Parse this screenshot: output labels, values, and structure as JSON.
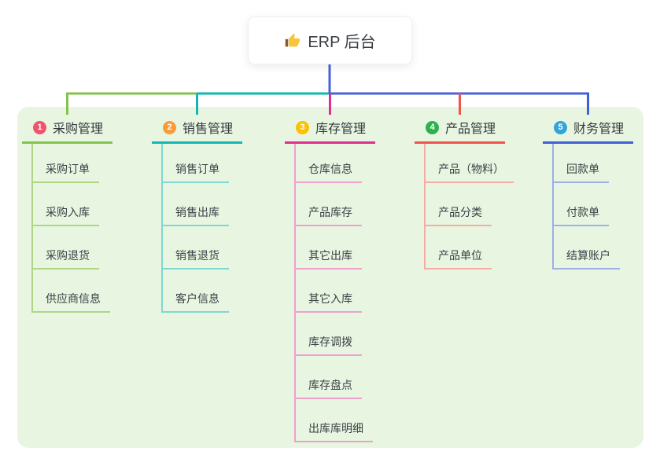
{
  "root": {
    "title": "ERP 后台",
    "icon": "thumbs-up-icon",
    "line_color": "#4a62d8"
  },
  "panel": {
    "background_color": "#e8f6e1"
  },
  "branches": [
    {
      "badge": "1",
      "label": "采购管理",
      "badge_color": "#f0536e",
      "line_color": "#85c24c",
      "light_color": "#aed687",
      "children": [
        "采购订单",
        "采购入库",
        "采购退货",
        "供应商信息"
      ]
    },
    {
      "badge": "2",
      "label": "销售管理",
      "badge_color": "#f99b3a",
      "line_color": "#12b7b1",
      "light_color": "#7ed8d2",
      "children": [
        "销售订单",
        "销售出库",
        "销售退货",
        "客户信息"
      ]
    },
    {
      "badge": "3",
      "label": "库存管理",
      "badge_color": "#fcc004",
      "line_color": "#e02d90",
      "light_color": "#f09fce",
      "children": [
        "仓库信息",
        "产品库存",
        "其它出库",
        "其它入库",
        "库存调拨",
        "库存盘点",
        "出库库明细"
      ]
    },
    {
      "badge": "4",
      "label": "产品管理",
      "badge_color": "#2cb14c",
      "line_color": "#f2544c",
      "light_color": "#f7aba5",
      "children": [
        "产品（物料）",
        "产品分类",
        "产品单位"
      ]
    },
    {
      "badge": "5",
      "label": "财务管理",
      "badge_color": "#33a3dc",
      "line_color": "#3f5fd9",
      "light_color": "#9fafe6",
      "children": [
        "回款单",
        "付款单",
        "结算账户"
      ]
    }
  ]
}
